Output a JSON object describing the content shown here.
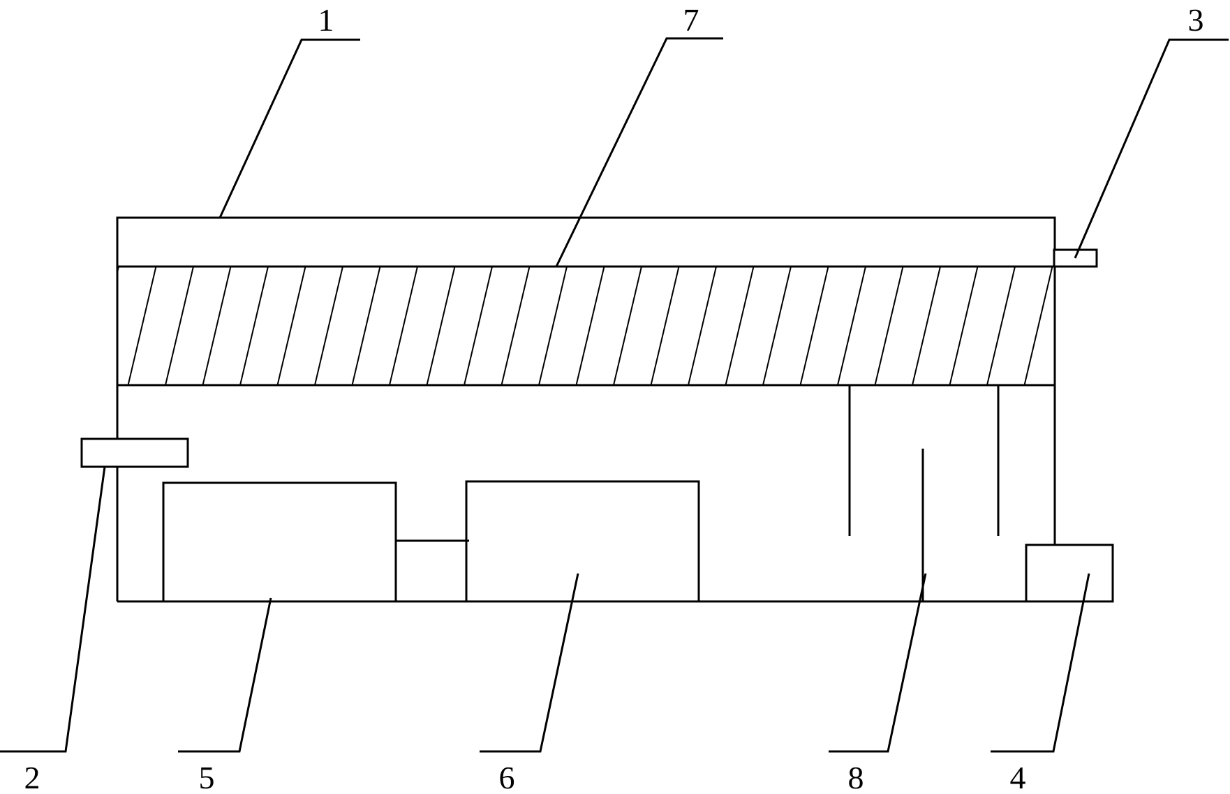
{
  "labels": {
    "part_1": "1",
    "part_2": "2",
    "part_3": "3",
    "part_4": "4",
    "part_5": "5",
    "part_6": "6",
    "part_7": "7",
    "part_8": "8"
  },
  "colors": {
    "stroke": "#000000",
    "background": "#ffffff"
  }
}
